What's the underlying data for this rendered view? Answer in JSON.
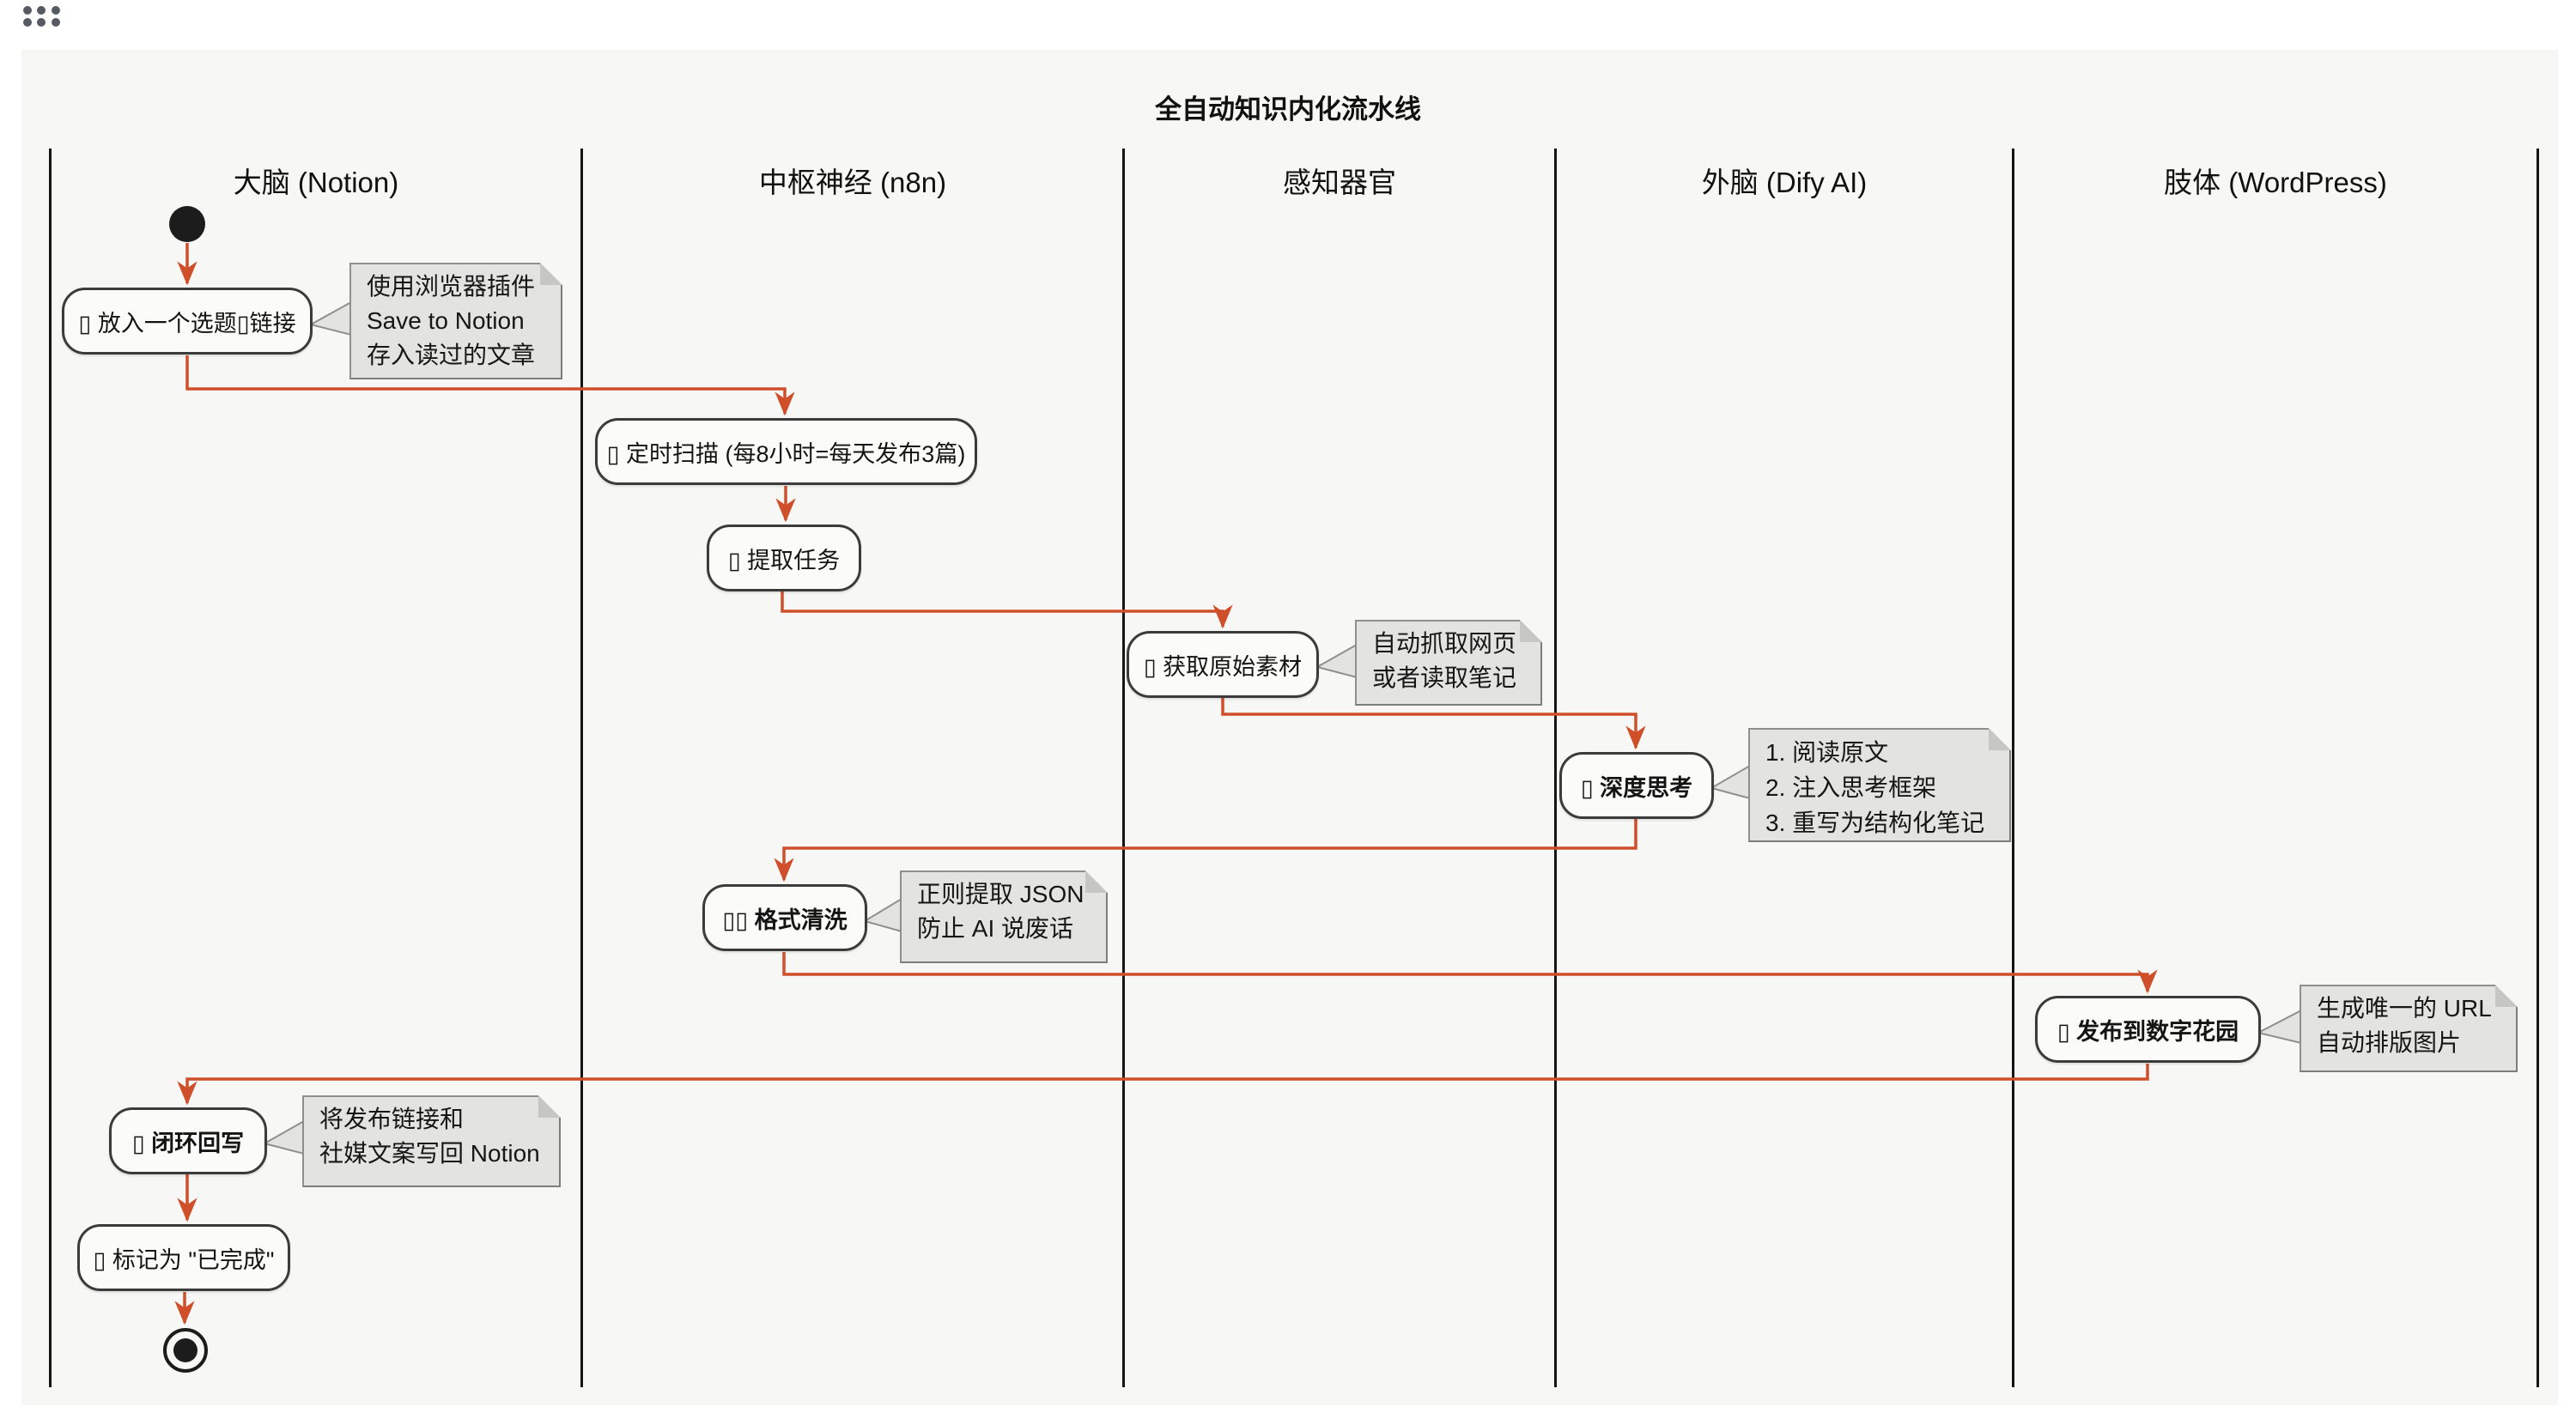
{
  "title": "全自动知识内化流水线",
  "colors": {
    "canvas_background": "#f7f7f5",
    "arrow": "#cf4f2b",
    "lane_line": "#141414",
    "activity_fill": "#fbfbfa",
    "activity_border": "#3b3b3b",
    "note_fill": "#e3e3e2",
    "note_border": "#8f8f8f",
    "drag_handle_dot": "#565b63"
  },
  "icons": {
    "drag_handle": "grid-dots-icon"
  },
  "lanes": [
    {
      "label": "大脑 (Notion)"
    },
    {
      "label": "中枢神经 (n8n)"
    },
    {
      "label": "感知器官"
    },
    {
      "label": "外脑 (Dify AI)"
    },
    {
      "label": "肢体 (WordPress)"
    }
  ],
  "activities": [
    {
      "label": "▯ 放入一个选题▯链接",
      "lane": "大脑 (Notion)"
    },
    {
      "label": "▯ 定时扫描 (每8小时=每天发布3篇)",
      "lane": "中枢神经 (n8n)"
    },
    {
      "label": "▯ 提取任务",
      "lane": "中枢神经 (n8n)"
    },
    {
      "label": "▯ 获取原始素材",
      "lane": "感知器官"
    },
    {
      "label": "▯ 深度思考",
      "lane": "外脑 (Dify AI)"
    },
    {
      "label": "▯▯ 格式清洗",
      "lane": "中枢神经 (n8n)"
    },
    {
      "label": "▯ 发布到数字花园",
      "lane": "肢体 (WordPress)"
    },
    {
      "label": "▯ 闭环回写",
      "lane": "大脑 (Notion)"
    },
    {
      "label": "▯ 标记为 \"已完成\"",
      "lane": "大脑 (Notion)"
    }
  ],
  "notes": [
    {
      "lines": [
        "使用浏览器插件",
        "Save to Notion",
        "存入读过的文章"
      ]
    },
    {
      "lines": [
        "自动抓取网页",
        "或者读取笔记"
      ]
    },
    {
      "lines": [
        "1. 阅读原文",
        "2. 注入思考框架",
        "3. 重写为结构化笔记"
      ]
    },
    {
      "lines": [
        "正则提取 JSON",
        "防止 AI 说废话"
      ]
    },
    {
      "lines": [
        "生成唯一的 URL",
        "自动排版图片"
      ]
    },
    {
      "lines": [
        "将发布链接和",
        "社媒文案写回 Notion"
      ]
    }
  ]
}
